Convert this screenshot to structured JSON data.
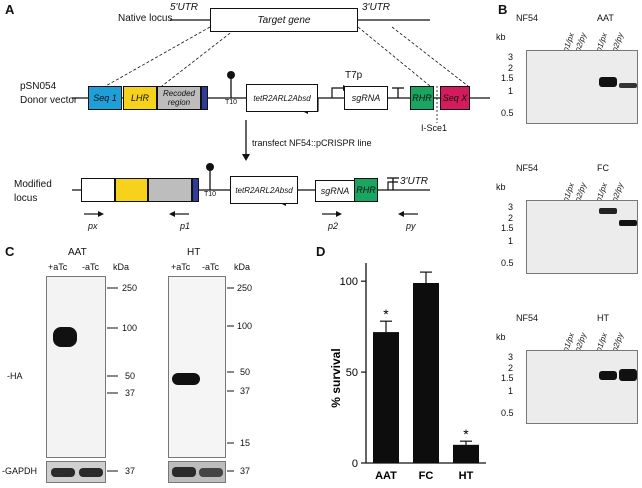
{
  "panel_labels": {
    "a": "A",
    "b": "B",
    "c": "C",
    "d": "D"
  },
  "native_locus": {
    "label": "Native locus",
    "utr5": "5'UTR",
    "target_gene": "Target gene",
    "utr3": "3'UTR"
  },
  "donor_vector": {
    "label": "pSN054\nDonor vector",
    "label_line1": "pSN054",
    "label_line2": "Donor vector",
    "seq1": "Seq 1",
    "lhr": "LHR",
    "recoded_region_line1": "Recoded",
    "recoded_region_line2": "region",
    "t10": "T10",
    "cassette": "tetR2ARL2Absd",
    "t7p": "T7p",
    "sgrna": "sgRNA",
    "rhr": "RHR",
    "seqx": "Seq X",
    "isce1": "I-Sce1",
    "colors": {
      "seq1": "#1e9fd8",
      "lhr": "#f7d21d",
      "recoded": "#bdbdbd",
      "cap": "#2f3d9a",
      "rhr": "#1aa560",
      "seqx": "#d41b5b"
    }
  },
  "transfect_label": "transfect NF54::pCRISPR line",
  "modified_locus": {
    "label_line1": "Modified",
    "label_line2": "locus",
    "t10": "T10",
    "cassette": "tetR2ARL2Absd",
    "sgrna": "sgRNA",
    "rhr": "RHR",
    "utr3": "3'UTR",
    "primers": [
      "px",
      "p1",
      "p2",
      "py"
    ]
  },
  "panel_b": {
    "kb": "kb",
    "markers": [
      "3",
      "2",
      "1.5",
      "1",
      "0.5"
    ],
    "lane_labels": [
      "p1/px",
      "p2/py",
      "p1/px",
      "p2/py"
    ],
    "gels": [
      {
        "left": "NF54",
        "right": "AAT"
      },
      {
        "left": "NF54",
        "right": "FC"
      },
      {
        "left": "NF54",
        "right": "HT"
      }
    ]
  },
  "panel_c": {
    "blots": [
      {
        "title": "AAT",
        "lanes": [
          "+aTc",
          "-aTc"
        ]
      },
      {
        "title": "HT",
        "lanes": [
          "+aTc",
          "-aTc"
        ]
      }
    ],
    "kda": "kDa",
    "markers_left": [
      "250",
      "100",
      "50",
      "37"
    ],
    "markers_right": [
      "250",
      "100",
      "50",
      "37",
      "15"
    ],
    "gapdh_marker": "37",
    "row_labels": {
      "ha": "-HA",
      "gapdh": "-GAPDH"
    }
  },
  "chart_data": {
    "type": "bar",
    "categories": [
      "AAT",
      "FC",
      "HT"
    ],
    "values": [
      72,
      99,
      10
    ],
    "errors": [
      6,
      6,
      2
    ],
    "significance": [
      "*",
      "",
      "*"
    ],
    "ylabel": "% survival",
    "ylim": [
      0,
      110
    ],
    "yticks": [
      0,
      50,
      100
    ]
  }
}
